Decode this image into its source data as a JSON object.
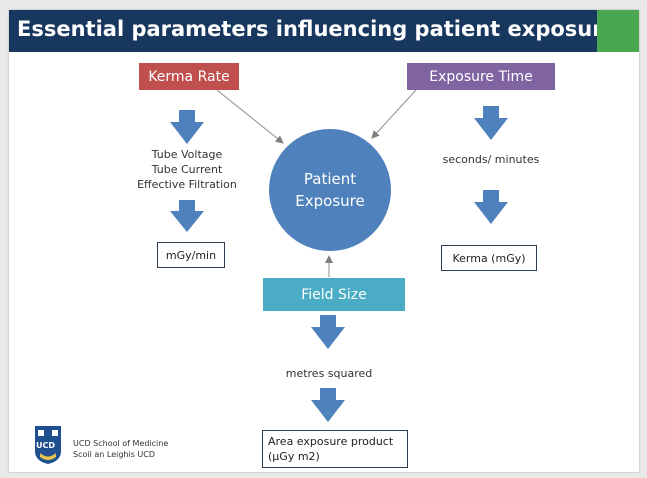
{
  "title": "Essential parameters influencing patient exposure",
  "center": {
    "line1": "Patient",
    "line2": "Exposure"
  },
  "kerma_rate": {
    "label": "Kerma Rate",
    "factors": [
      "Tube Voltage",
      "Tube Current",
      "Effective Filtration"
    ],
    "unit": "mGy/min"
  },
  "exposure_time": {
    "label": "Exposure Time",
    "factors": [
      "seconds/ minutes"
    ],
    "unit": "Kerma (mGy)"
  },
  "field_size": {
    "label": "Field Size",
    "factors": [
      "metres squared"
    ],
    "unit_line1": "Area exposure product",
    "unit_line2": "(µGy m2)"
  },
  "footer": {
    "logo_text": "UCD",
    "line1": "UCD School of Medicine",
    "line2": "Scoil an Leighis UCD"
  },
  "colors": {
    "title_bar": "#17375e",
    "title_accent": "#4aa74f",
    "kerma_rate": "#c0504d",
    "exposure_time": "#8064a2",
    "field_size": "#4bacc6",
    "center": "#4f81bd",
    "arrow": "#4f81bd"
  }
}
